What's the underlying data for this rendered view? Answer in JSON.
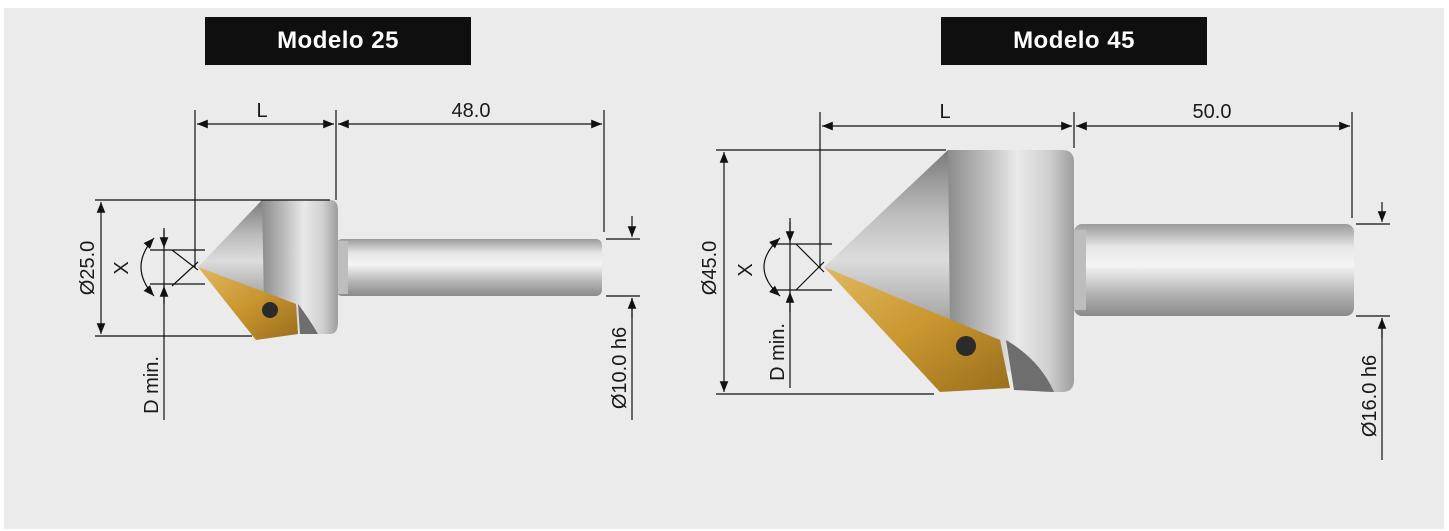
{
  "models": [
    {
      "title": "Modelo 25",
      "dim_L": "L",
      "dim_shank_length": "48.0",
      "dim_diameter": "Ø25.0",
      "dim_angle": "X",
      "dim_dmin": "D min.",
      "dim_shank_diameter": "Ø10.0 h6"
    },
    {
      "title": "Modelo 45",
      "dim_L": "L",
      "dim_shank_length": "50.0",
      "dim_diameter": "Ø45.0",
      "dim_angle": "X",
      "dim_dmin": "D min.",
      "dim_shank_diameter": "Ø16.0 h6"
    }
  ],
  "colors": {
    "background": "#ebebeb",
    "title_bg": "#0f0f0f",
    "title_text": "#ffffff",
    "steel": "#c8c8c8",
    "insert_gold": "#c9962f"
  }
}
